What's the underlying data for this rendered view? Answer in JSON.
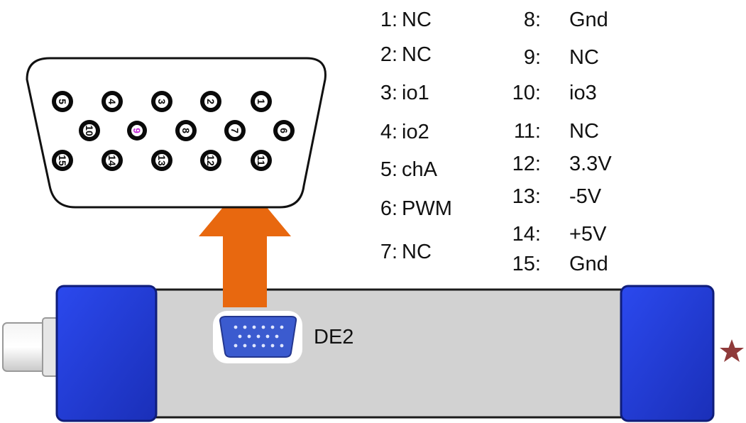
{
  "colors": {
    "board_body": "#d2d2d2",
    "board_end_caps": "#1f3ad6",
    "arrow": "#e8680f",
    "connector_blue": "#3b5bcf",
    "pin_disc": "#0a0a0a",
    "pin_highlight": "#c227d6",
    "star": "#8f3a3a"
  },
  "connector_label": "DE2",
  "highlighted_pin": "9",
  "pin_face": {
    "row_top": [
      "5",
      "4",
      "3",
      "2",
      "1"
    ],
    "row_middle": [
      "10",
      "9",
      "8",
      "7",
      "6"
    ],
    "row_bottom": [
      "15",
      "14",
      "13",
      "12",
      "11"
    ]
  },
  "pinout": {
    "left_column": [
      {
        "num": "1:",
        "signal": "NC"
      },
      {
        "num": "2:",
        "signal": "NC"
      },
      {
        "num": "3:",
        "signal": "io1"
      },
      {
        "num": "4:",
        "signal": "io2"
      },
      {
        "num": "5:",
        "signal": "chA"
      },
      {
        "num": "6:",
        "signal": "PWM"
      },
      {
        "num": "7:",
        "signal": "NC"
      }
    ],
    "right_column": [
      {
        "num": "8:",
        "signal": "Gnd"
      },
      {
        "num": "9:",
        "signal": "NC"
      },
      {
        "num": "10:",
        "signal": "io3"
      },
      {
        "num": "11:",
        "signal": "NC"
      },
      {
        "num": "12:",
        "signal": "3.3V"
      },
      {
        "num": "13:",
        "signal": "-5V"
      },
      {
        "num": "14:",
        "signal": "+5V"
      },
      {
        "num": "15:",
        "signal": "Gnd"
      }
    ]
  },
  "decoration_icon": "star-icon"
}
